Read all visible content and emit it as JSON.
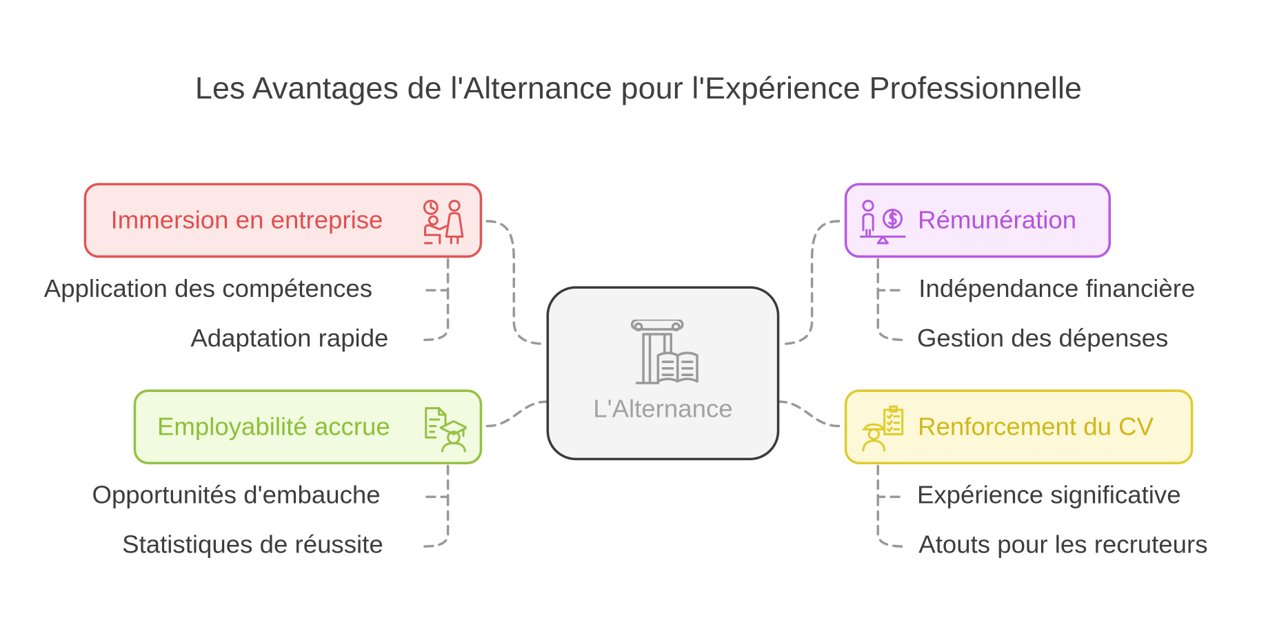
{
  "title": "Les Avantages de l'Alternance pour l'Expérience Professionnelle",
  "center": {
    "label": "L'Alternance",
    "icon": "column-book-icon"
  },
  "branches": {
    "immersion": {
      "label": "Immersion en entreprise",
      "icon": "mentor-presentation-icon",
      "color": "#df5656",
      "items": [
        "Application des compétences",
        "Adaptation rapide"
      ]
    },
    "employ": {
      "label": "Employabilité accrue",
      "icon": "graduate-document-icon",
      "color": "#96c145",
      "items": [
        "Opportunités d'embauche",
        "Statistiques de réussite"
      ]
    },
    "remu": {
      "label": "Rémunération",
      "icon": "person-money-balance-icon",
      "color": "#b65ae0",
      "items": [
        "Indépendance financière",
        "Gestion des dépenses"
      ]
    },
    "cv": {
      "label": "Renforcement du CV",
      "icon": "worker-checklist-icon",
      "color": "#dfcc2e",
      "items": [
        "Expérience significative",
        "Atouts pour les recruteurs"
      ]
    }
  }
}
